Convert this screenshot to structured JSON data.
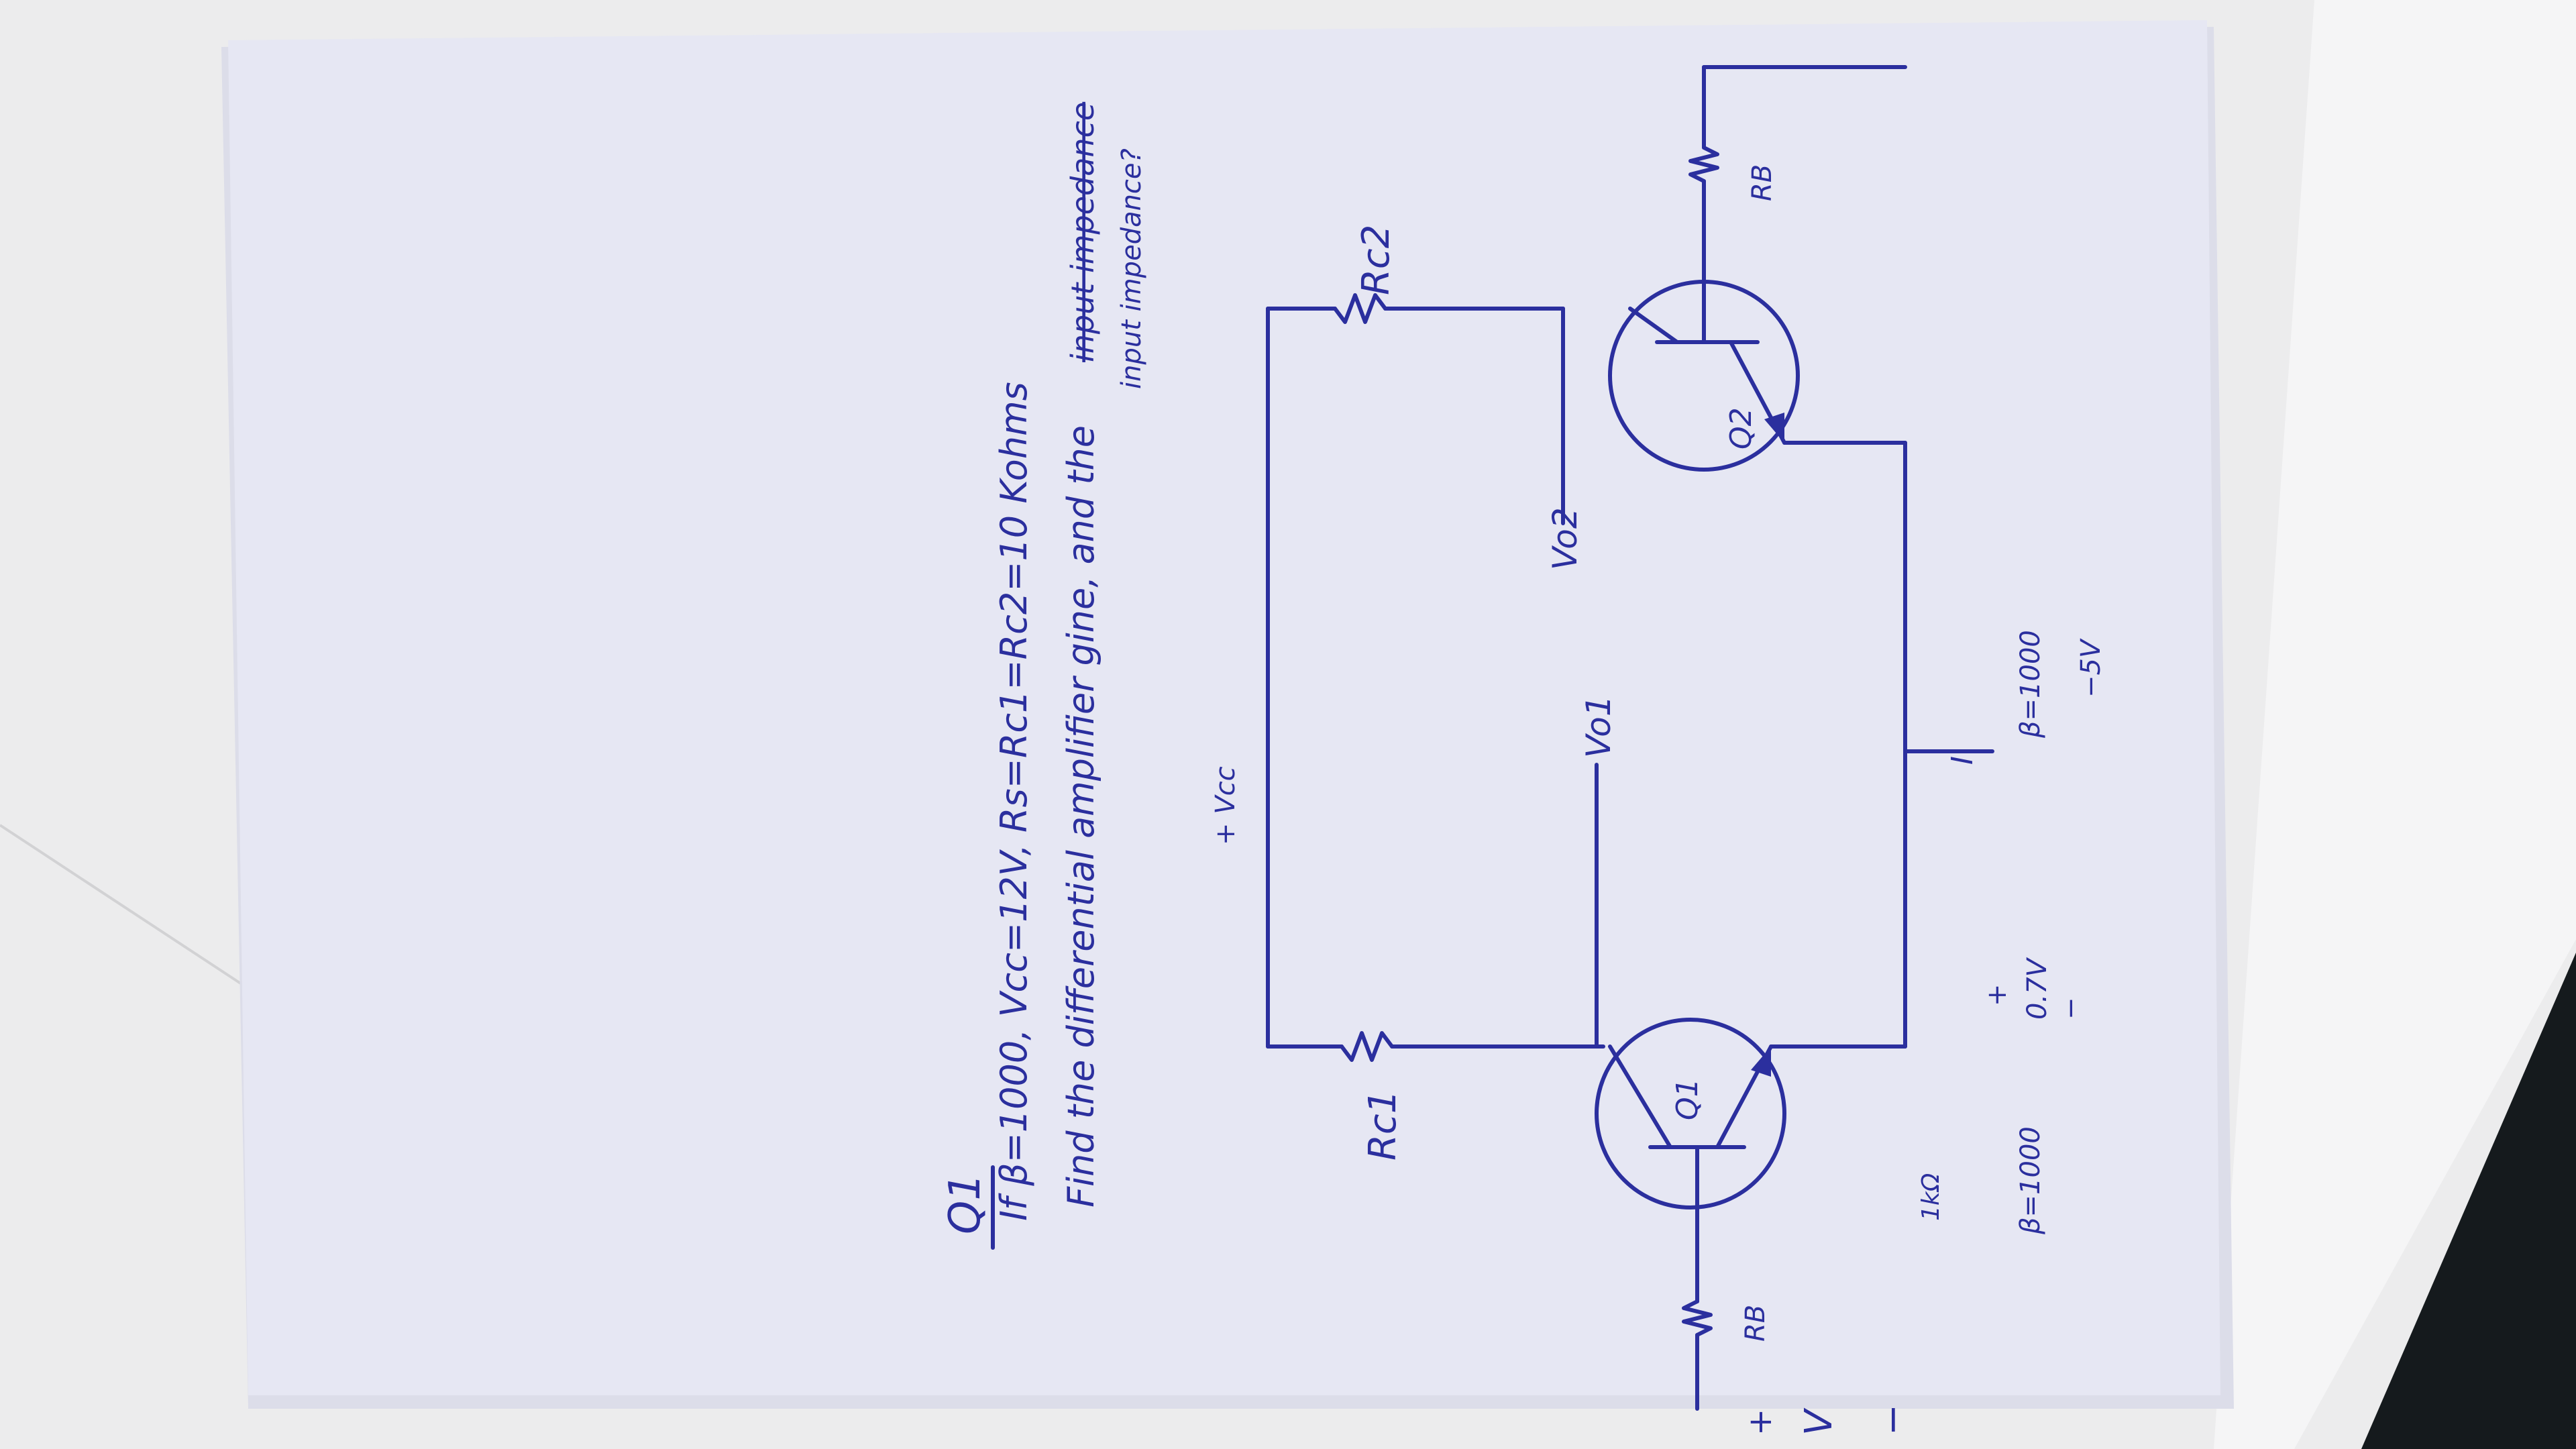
{
  "question": {
    "label": "Q1",
    "given": "If β=1000, Vcc=12V, Rs=Rc1=Rc2=10 Kohms",
    "task": "Find the differential amplifier gine, and the",
    "crossed_out": "input impedance",
    "correction": "input impedance?"
  },
  "labels": {
    "vcc": "+ Vcc",
    "rc1": "Rc1",
    "rc2": "Rc2",
    "vo1": "Vo1",
    "vo2": "Vo2",
    "q1": "Q1",
    "q2": "Q2",
    "rb_left": "RB",
    "rb_right": "RB",
    "input_plus": "+",
    "input_v": "V",
    "input_minus": "−",
    "current": "I",
    "beta_right": "β=1000",
    "beta_left": "β=1000",
    "resistor_1k": "1kΩ",
    "vbe_plus": "+",
    "vbe_value": "0.7V",
    "vbe_minus": "−",
    "supply_neg": "−5V"
  },
  "colors": {
    "ink": "#2b2f9e",
    "paper": "#e6e7f3",
    "background": "#e9e9ea"
  }
}
